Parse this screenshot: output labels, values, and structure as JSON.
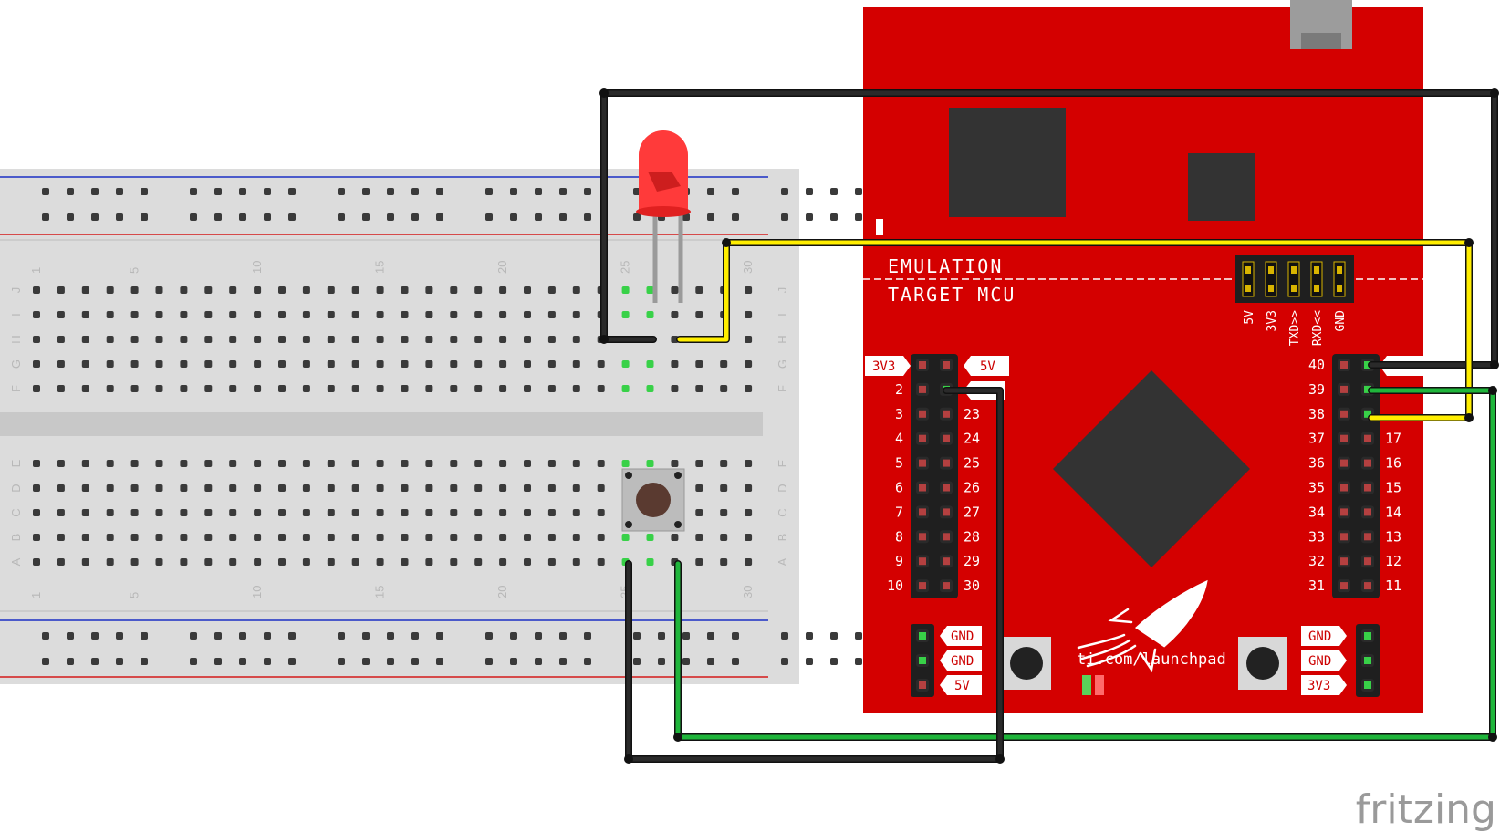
{
  "breadboard": {
    "column_numbers": [
      "1",
      "5",
      "10",
      "15",
      "20",
      "25",
      "30"
    ],
    "top_row_letters": [
      "J",
      "I",
      "H",
      "G",
      "F"
    ],
    "bottom_row_letters": [
      "E",
      "D",
      "C",
      "B",
      "A"
    ]
  },
  "launchpad": {
    "emulation_label": "EMULATION",
    "target_label": "TARGET MCU",
    "jumper_labels": [
      "5V",
      "3V3",
      "TXD>>",
      "RXD<<",
      "GND"
    ],
    "left_header_labels": [
      "2",
      "3",
      "4",
      "5",
      "6",
      "7",
      "8",
      "9",
      "10"
    ],
    "left_header_labels_inner": [
      "23",
      "24",
      "25",
      "26",
      "27",
      "28",
      "29",
      "30"
    ],
    "left_top_tags": [
      "3V3",
      "5V"
    ],
    "right_header_labels": [
      "40",
      "39",
      "38",
      "37",
      "36",
      "35",
      "34",
      "33",
      "32",
      "31"
    ],
    "right_header_labels_outer": [
      "17",
      "16",
      "15",
      "14",
      "13",
      "12",
      "11"
    ],
    "bottom_left_tags": [
      "GND",
      "GND",
      "5V"
    ],
    "bottom_right_tags": [
      "GND",
      "GND",
      "3V3"
    ],
    "url": "ti.com/launchpad"
  },
  "watermark": "fritzing",
  "colors": {
    "board_red": "#d40000",
    "wire_black": "#1a1a1a",
    "wire_yellow": "#ffee00",
    "wire_green": "#1fb53b",
    "breadboard_gray": "#dcdcdc",
    "led_red": "#ff3a3a"
  }
}
